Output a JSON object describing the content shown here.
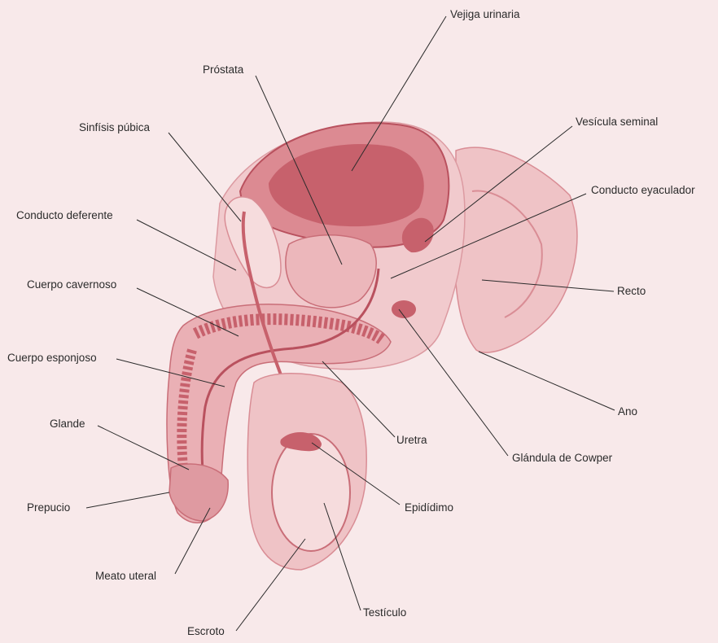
{
  "colors": {
    "background": "#f8e9ea",
    "tissue_light": "#f0c6c8",
    "tissue_mid": "#e6a0a5",
    "tissue_dark": "#c9626d",
    "leader_line": "#2b2b2b"
  },
  "labels": {
    "vejiga": "Vejiga urinaria",
    "prostata": "Próstata",
    "sinfisis": "Sinfísis púbica",
    "vesicula": "Vesícula seminal",
    "eyaculador": "Conducto eyaculador",
    "deferente": "Conducto deferente",
    "cavernoso": "Cuerpo cavernoso",
    "recto": "Recto",
    "esponjoso": "Cuerpo esponjoso",
    "ano": "Ano",
    "glande": "Glande",
    "uretra": "Uretra",
    "cowper": "Glándula de Cowper",
    "prepucio": "Prepucio",
    "epididimo": "Epidídimo",
    "meato": "Meato uteral",
    "testiculo": "Testículo",
    "escroto": "Escroto"
  }
}
